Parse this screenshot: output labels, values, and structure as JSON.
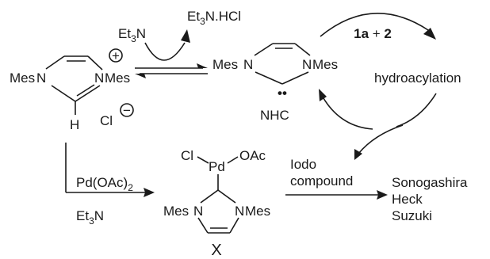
{
  "reagents": {
    "base_pre": "Et",
    "base_sub": "3",
    "base_post": "N",
    "salt_pre": "Et",
    "salt_sub": "3",
    "salt_post": "N.HCl",
    "pd_source_pre": "Pd(OAc)",
    "pd_source_sub": "2",
    "base2_pre": "Et",
    "base2_sub": "3",
    "base2_post": "N"
  },
  "imidazolium": {
    "mes_left": "Mes",
    "n_left": "N",
    "n_right": "N",
    "mes_right": "Mes",
    "plus": "+",
    "h": "H",
    "counterion": "Cl",
    "minus": "−"
  },
  "nhc": {
    "mes_left": "Mes",
    "n_left": "N",
    "n_right": "N",
    "mes_right": "Mes",
    "dots": "••",
    "label": "NHC"
  },
  "cycle": {
    "reactants_1": "1a",
    "reactants_plus": " + ",
    "reactants_2": "2",
    "reaction": "hydroacylation",
    "input_line1": "Iodo",
    "input_line2": "compound"
  },
  "pd_complex": {
    "cl": "Cl",
    "pd": "Pd",
    "oac": "OAc",
    "mes_left": "Mes",
    "n_left": "N",
    "n_right": "N",
    "mes_right": "Mes",
    "label": "X"
  },
  "couplings": [
    "Sonogashira",
    "Heck",
    "Suzuki"
  ]
}
